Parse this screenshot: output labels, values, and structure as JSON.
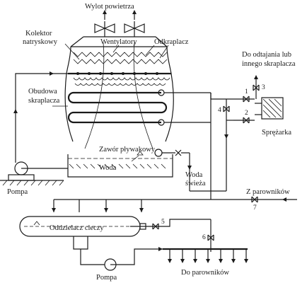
{
  "labels": {
    "air_outlet": "Wylot powietrza",
    "spray_manifold_1": "Kolektor",
    "spray_manifold_2": "natryskowy",
    "fans": "Wentylatory",
    "drift_eliminator": "Odkraplacz",
    "defrost_1": "Do odtajania lub",
    "defrost_2": "innego skraplacza",
    "casing_1": "Obudowa",
    "casing_2": "skraplacza",
    "compressor": "Sprężarka",
    "float_valve": "Zawór pływakowy",
    "water": "Woda",
    "fresh_water_1": "Woda",
    "fresh_water_2": "świeża",
    "pump_top": "Pompa",
    "from_evaporators": "Z parowników",
    "separator": "Oddzielacz cieczy",
    "pump_bottom": "Pompa",
    "to_evaporators": "Do parowników"
  },
  "valves": {
    "v1": "1",
    "v2": "2",
    "v3": "3",
    "v4": "4",
    "v5": "5",
    "v6": "6",
    "v7": "7"
  }
}
